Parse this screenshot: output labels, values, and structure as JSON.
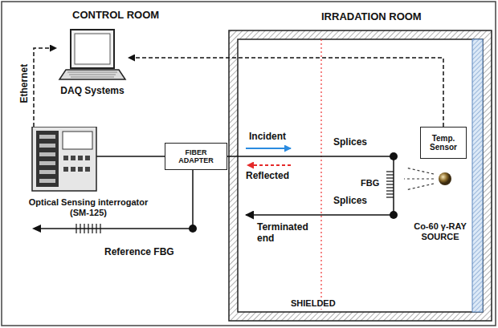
{
  "diagram": {
    "nodes": [
      {
        "text": [
          "IRRADATION ROOM"
        ]
      },
      {
        "text": [
          "DAQ Systems"
        ]
      },
      {
        "text": [
          "Optical Sensing interrogator (SM-125)"
        ]
      },
      {
        "text": [
          "FIBER ADAPTER"
        ]
      },
      {
        "text": [
          "Temp. Sensor"
        ],
        "in": 0
      },
      {
        "text": [
          "FBG"
        ],
        "in": 0
      },
      {
        "text": [
          "Co-60 γ-RAY SOURCE"
        ],
        "in": 0
      },
      {
        "text": [
          "Reference FBG"
        ]
      }
    ],
    "edges": [
      {
        "from": 2,
        "to": 1,
        "label": "Ethernet",
        "arrow": "to"
      },
      {
        "from": 4,
        "to": 1,
        "arrow": "to"
      },
      {
        "from": 2,
        "to": 3,
        "arrow": "none"
      },
      {
        "from": 3,
        "to": 5,
        "arrow": "none"
      },
      {
        "from": 3,
        "to": 7,
        "arrow": "none"
      }
    ],
    "labels": [
      "CONTROL ROOM",
      "Incident",
      "Reflected",
      "Splices",
      "Splices",
      "Terminated end",
      "SHIELDED"
    ]
  }
}
